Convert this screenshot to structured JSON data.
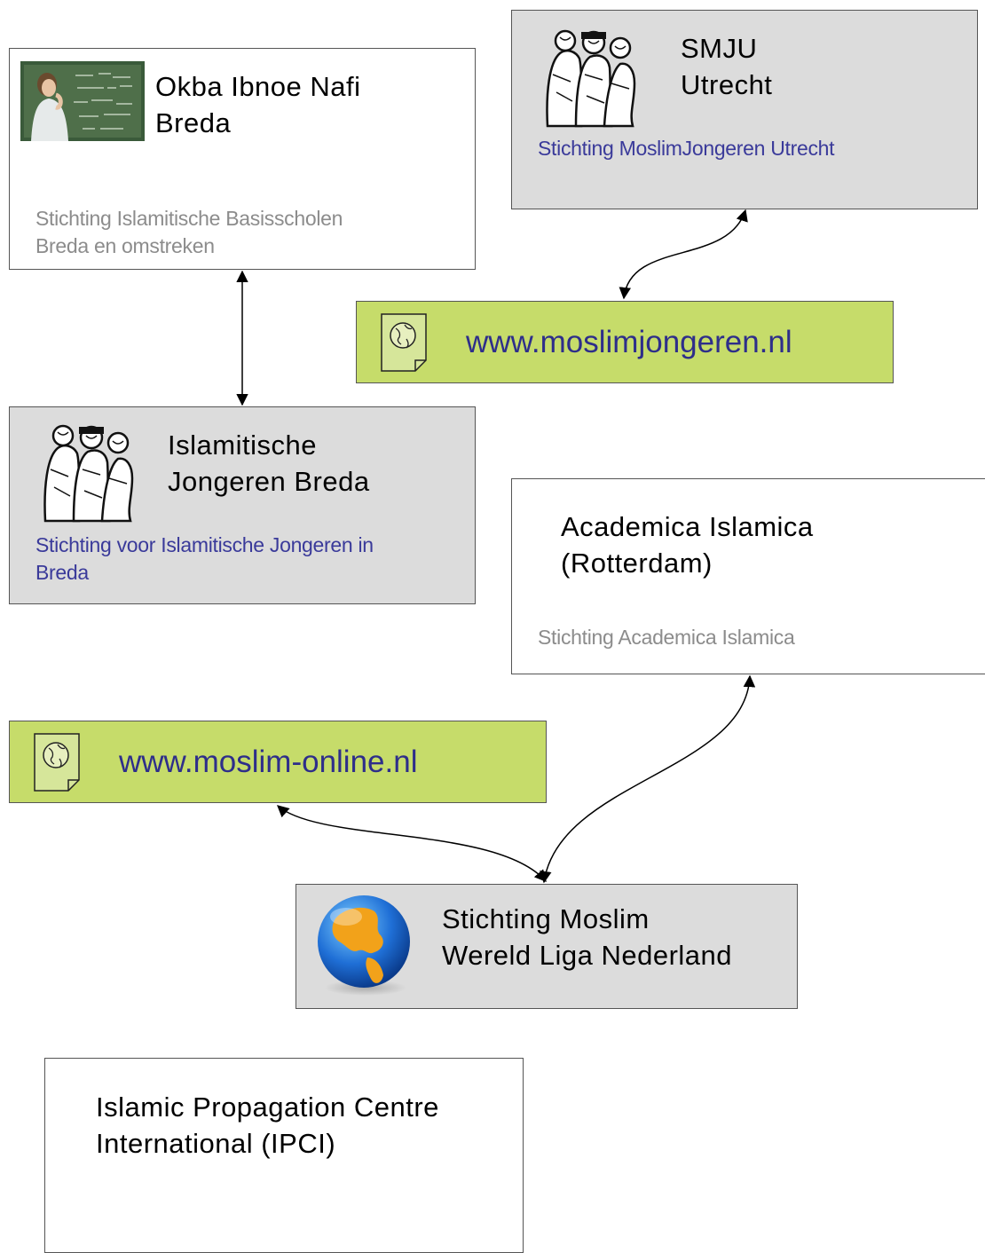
{
  "nodes": {
    "okba": {
      "title": "Okba Ibnoe Nafi\nBreda",
      "subtitle": "Stichting Islamitische Basisscholen\nBreda en omstreken",
      "icon": "classroom-photo-icon"
    },
    "smju": {
      "title": "SMJU\nUtrecht",
      "subtitle": "Stichting MoslimJongeren Utrecht",
      "icon": "youths-sketch-icon"
    },
    "moslimjongeren_web": {
      "url": "www.moslimjongeren.nl",
      "icon": "web-page-globe-icon"
    },
    "ijb": {
      "title": "Islamitische\nJongeren Breda",
      "subtitle": "Stichting voor Islamitische Jongeren in\nBreda",
      "icon": "youths-sketch-icon"
    },
    "academica": {
      "title": "Academica Islamica\n(Rotterdam)",
      "subtitle": "Stichting Academica Islamica"
    },
    "moslim_online_web": {
      "url": "www.moslim-online.nl",
      "icon": "web-page-globe-icon"
    },
    "mwl": {
      "title": "Stichting Moslim\nWereld Liga Nederland",
      "icon": "globe-icon"
    },
    "ipci": {
      "title": "Islamic Propagation Centre\nInternational (IPCI)"
    }
  },
  "colors": {
    "white_box": "#ffffff",
    "grey_box": "#dcdcdc",
    "green_box": "#c6dc6a",
    "subtitle_grey": "#8c8c8c",
    "subtitle_blue": "#3a3a9a",
    "url_text": "#2e2e8a"
  }
}
